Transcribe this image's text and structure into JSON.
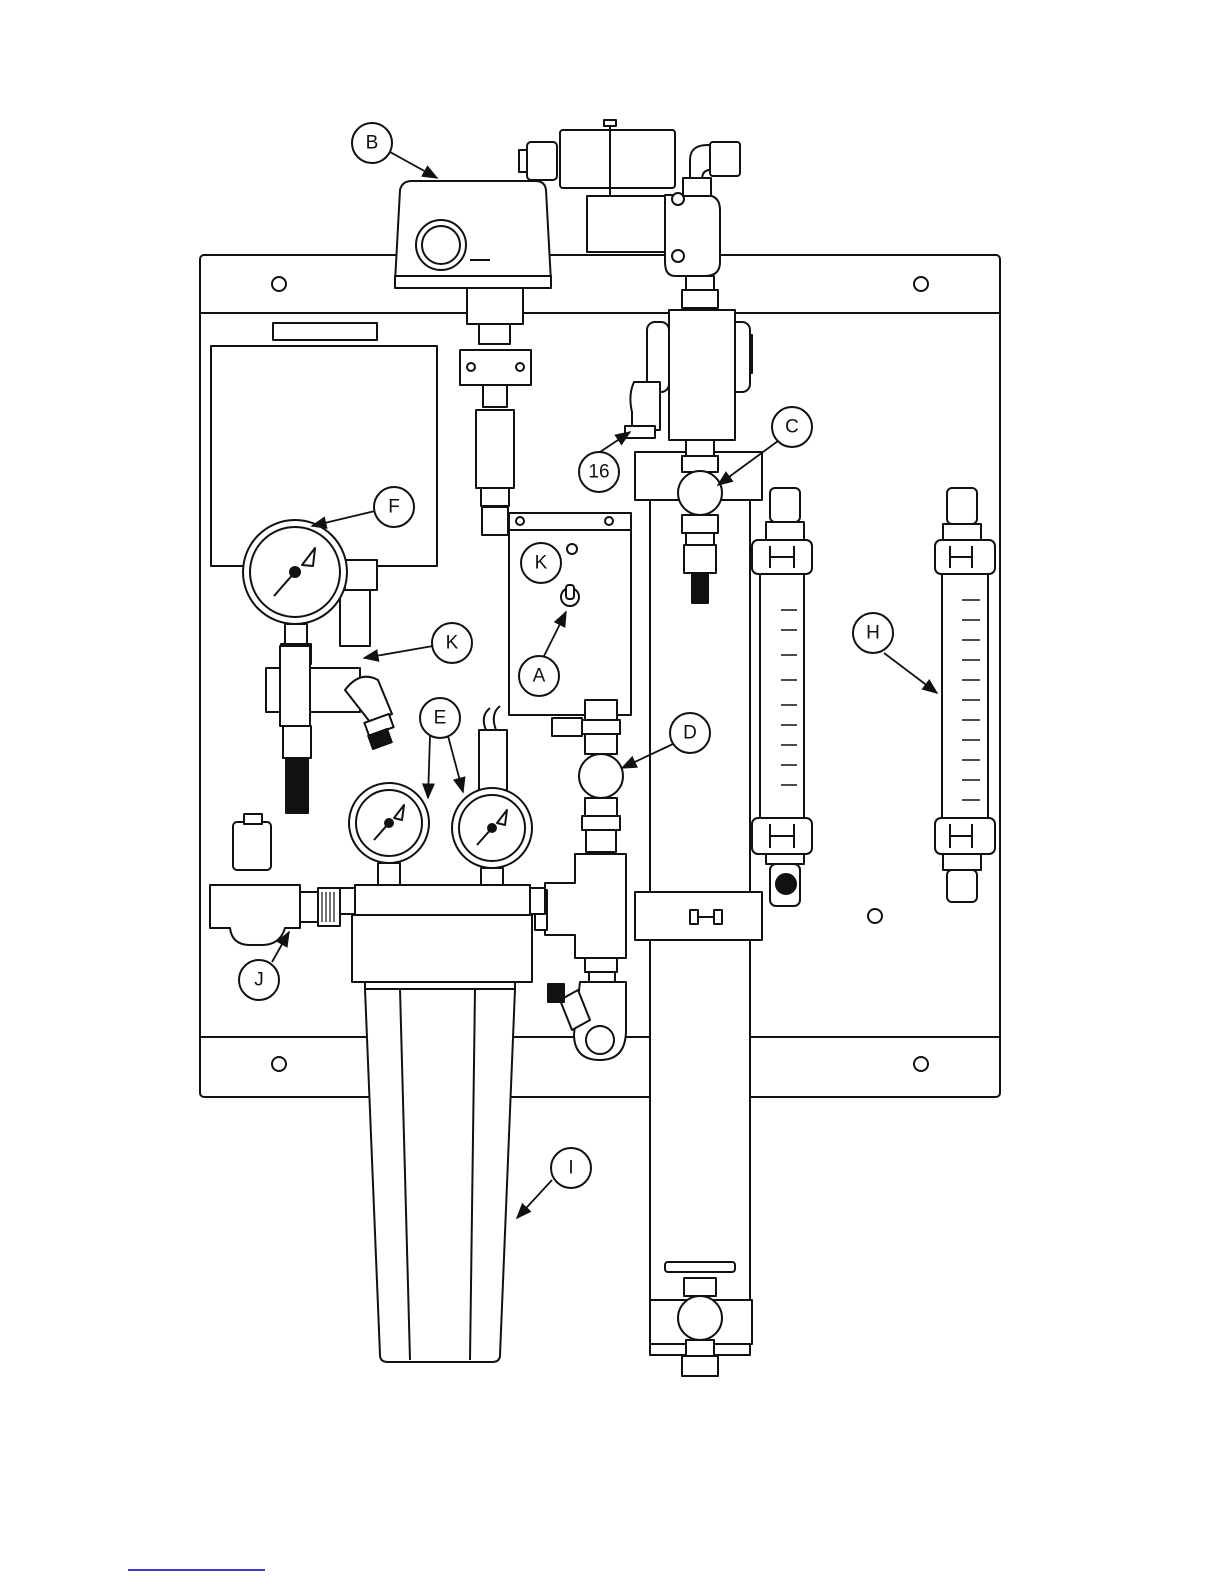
{
  "diagram": {
    "callouts": {
      "A": "A",
      "B": "B",
      "C": "C",
      "D": "D",
      "E": "E",
      "F": "F",
      "H": "H",
      "I": "I",
      "J": "J",
      "K_upper": "K",
      "K_lower": "K",
      "n16": "16"
    }
  },
  "colors": {
    "line": "#111111",
    "fill": "#ffffff",
    "footer_rule": "#3a3ad6"
  }
}
